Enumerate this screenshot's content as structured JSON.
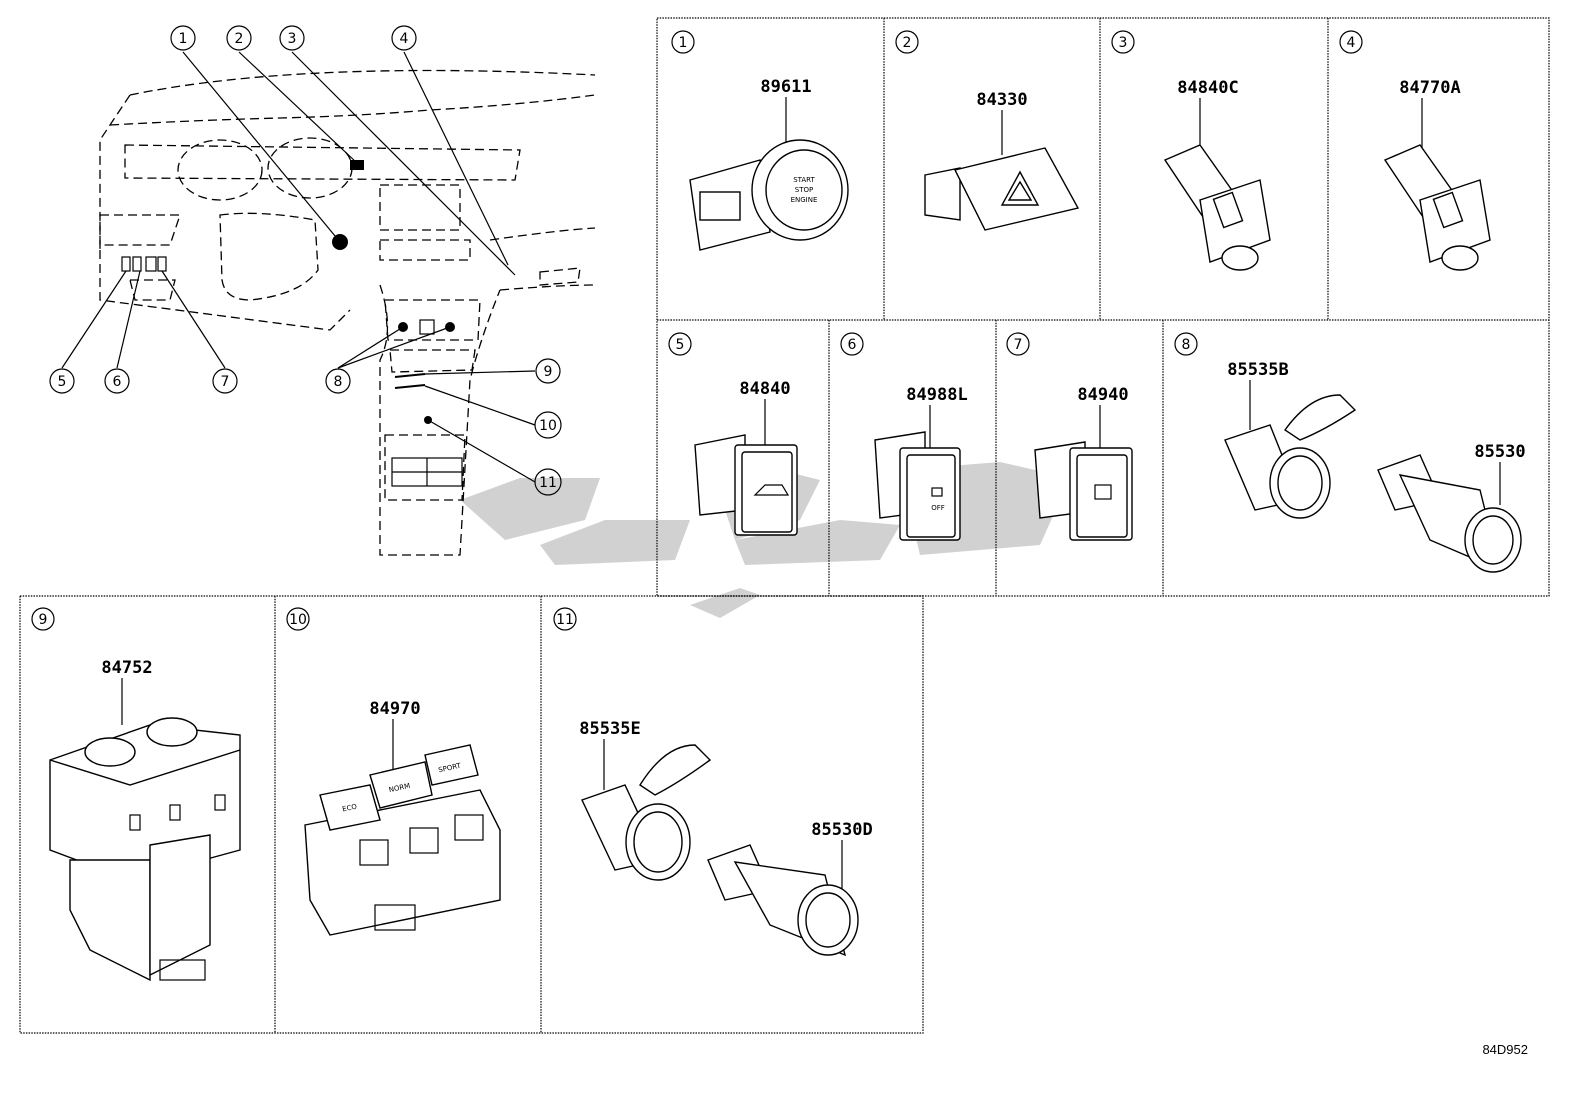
{
  "callouts": [
    "1",
    "2",
    "3",
    "4",
    "5",
    "6",
    "7",
    "8",
    "9",
    "10",
    "11"
  ],
  "panels": [
    {
      "num": "1",
      "part": "89611",
      "labels": [
        "START",
        "STOP",
        "ENGINE"
      ]
    },
    {
      "num": "2",
      "part": "84330"
    },
    {
      "num": "3",
      "part": "84840C"
    },
    {
      "num": "4",
      "part": "84770A"
    },
    {
      "num": "5",
      "part": "84840"
    },
    {
      "num": "6",
      "part": "84988L",
      "labels": [
        "OFF"
      ]
    },
    {
      "num": "7",
      "part": "84940"
    },
    {
      "num": "8",
      "parts": [
        "85535B",
        "85530"
      ]
    },
    {
      "num": "9",
      "part": "84752"
    },
    {
      "num": "10",
      "part": "84970",
      "labels": [
        "ECO",
        "NORM",
        "SPORT"
      ]
    },
    {
      "num": "11",
      "parts": [
        "85535E",
        "85530D"
      ]
    }
  ],
  "figure_ref": "84D952"
}
